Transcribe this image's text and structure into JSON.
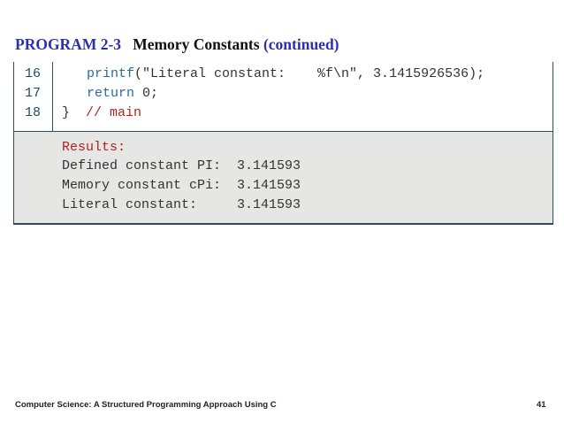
{
  "title": {
    "label": "PROGRAM 2-3",
    "name": "Memory Constants",
    "suffix": "(continued)"
  },
  "code": [
    {
      "num": "16",
      "fn": "printf",
      "rest": "(\"Literal constant:    %f\\n\", 3.1415926536);"
    },
    {
      "num": "17",
      "kw": "return",
      "rest": " 0;"
    },
    {
      "num": "18",
      "brace": "}",
      "comment": "// main"
    }
  ],
  "results": {
    "header": "Results:",
    "lines": [
      "Defined constant PI:  3.141593",
      "Memory constant cPi:  3.141593",
      "Literal constant:     3.141593"
    ]
  },
  "footer": {
    "book": "Computer Science: A Structured Programming Approach Using C",
    "page": "41"
  }
}
